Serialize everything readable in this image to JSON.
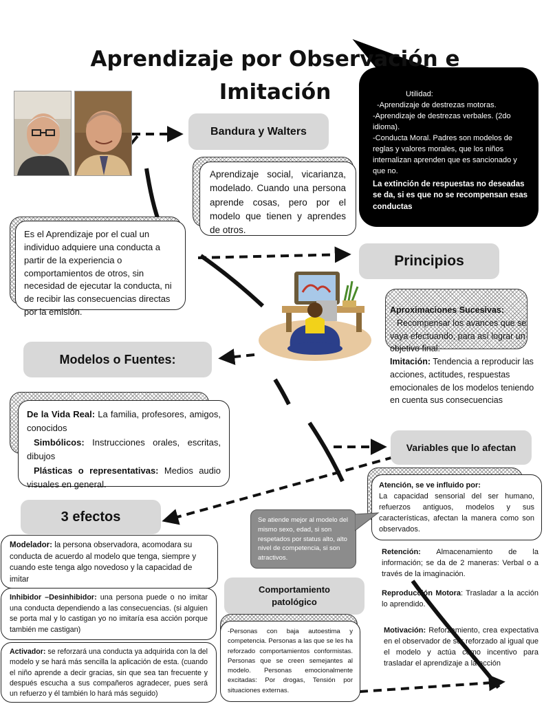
{
  "title": {
    "line1": "Aprendizaje por Observación e",
    "line2": "Imitación"
  },
  "bandura": {
    "label": "Bandura y Walters"
  },
  "definition_social": "Aprendizaje social, vicarianza, modelado. Cuando una persona aprende cosas, pero por el modelo que tienen y aprendes de otros.",
  "definition_main": "Es el Aprendizaje por el cual un individuo adquiere una conducta a partir de la experiencia o comportamientos de otros, sin necesidad de ejecutar la conducta, ni de recibir las consecuencias directas por la emisión.",
  "utilidad": {
    "heading": "Utilidad:",
    "item1": "-Aprendizaje de destrezas motoras.",
    "item2": "-Aprendizaje de destrezas verbales. (2do idioma).",
    "item3": "-Conducta Moral. Padres son modelos de reglas y valores morales, que los niños internalizan aprenden que es sancionado y que no.",
    "bold": "La extinción de respuestas no deseadas se da, si es que no se recompensan esas conductas"
  },
  "principios": {
    "label": "Principios",
    "aprox_title": "Aproximaciones Sucesivas:",
    "aprox_text": "Recompensar los avances que se vaya efectuando, para así lograr un objetivo final.",
    "imit_title": "Imitación:",
    "imit_text": "Tendencia a reproducir las acciones, actitudes, respuestas emocionales de los modelos teniendo en cuenta sus consecuencias"
  },
  "modelos": {
    "label": "Modelos o Fuentes:",
    "real_title": "De la Vida Real:",
    "real_text": "La familia, profesores, amigos, conocidos",
    "simb_title": "Simbólicos:",
    "simb_text": "Instrucciones orales, escritas, dibujos",
    "plast_title": "Plásticas o representativas:",
    "plast_text": "Medios audio visuales en general."
  },
  "variables": {
    "label": "Variables que lo afectan",
    "aten_title": "Atención, se ve influido por:",
    "aten_text": "La capacidad sensorial del ser humano, refuerzos antiguos, modelos y sus características, afectan la manera como son observados.",
    "ret_title": "Retención:",
    "ret_text": "Almacenamiento de la información; se da de 2 maneras: Verbal o a través de la imaginación.",
    "rep_title": "Reproducción Motora",
    "rep_text": ": Trasladar a la acción lo aprendido.",
    "mot_title": "Motivación:",
    "mot_text": "Reforzamiento, crea expectativa en el observador de ser reforzado al igual que el modelo y actúa como incentivo para trasladar el aprendizaje a la acción"
  },
  "callout": "Se atiende mejor al modelo del mismo sexo, edad, si son respetados por status alto, alto nivel de competencia, si son atractivos.",
  "efectos": {
    "label": "3 efectos",
    "mod_title": "Modelador:",
    "mod_text": "la persona observadora, acomodara su conducta de acuerdo al modelo que tenga, siempre y cuando este tenga algo novedoso y la capacidad de imitar",
    "inh_title": "Inhibidor –Desinhibidor:",
    "inh_text": "una persona puede o no imitar una conducta dependiendo a las consecuencias. (si alguien se porta mal y lo castigan yo no imitaría esa acción porque también me castigan)",
    "act_title": "Activador:",
    "act_text": "se reforzará una conducta ya adquirida con la del modelo y se hará más sencilla la aplicación de esta. (cuando el niño aprende a decir gracias, sin que sea tan frecuente y después escucha a sus compañeros agradecer, pues será un refuerzo y él también lo hará más seguido)"
  },
  "patologico": {
    "label": "Comportamiento patológico",
    "text": "-Personas con baja autoestima y competencia. Personas a las que se les ha reforzado comportamientos conformistas. Personas que se creen semejantes al modelo. Personas emocionalmente excitadas: Por drogas, Tensión por situaciones externas."
  }
}
